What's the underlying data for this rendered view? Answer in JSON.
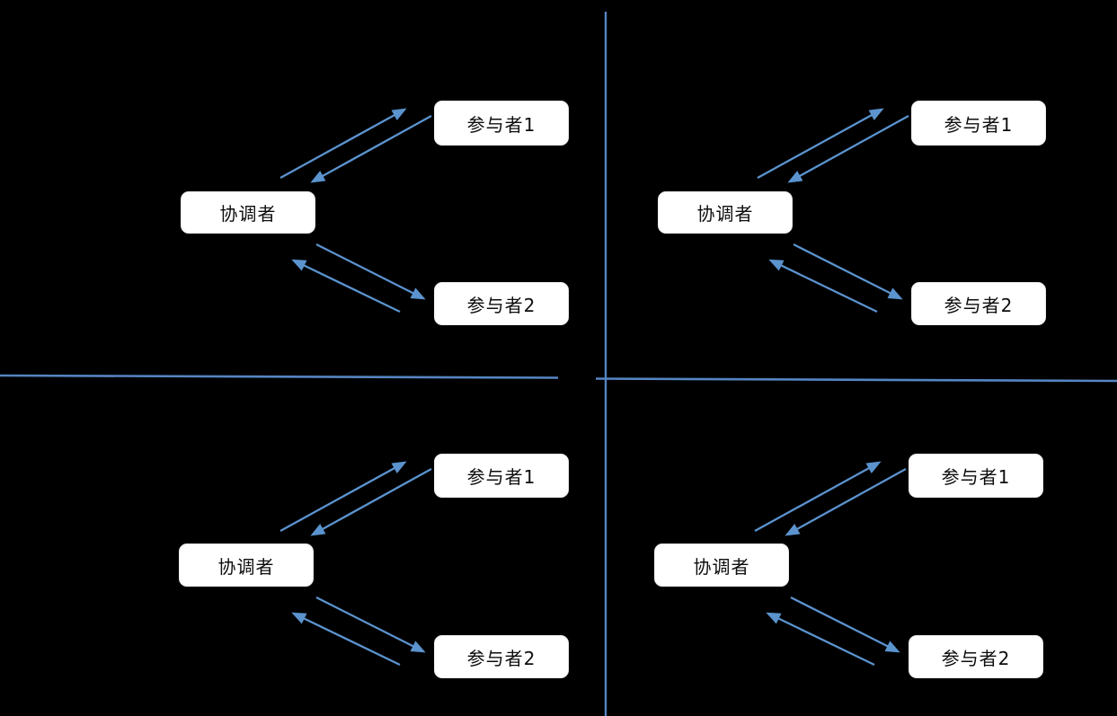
{
  "diagram": {
    "description": "four identical coordinator-participant message diagrams separated by axis lines",
    "background_color": "#000000",
    "node_fill_color": "#ffffff",
    "node_text_color": "#0d0d0d",
    "arrow_color": "#5b93ce",
    "divider_color": "#5585c2",
    "quadrants": [
      {
        "name": "top-left",
        "coordinator": "协调者",
        "participants": [
          "参与者1",
          "参与者2"
        ]
      },
      {
        "name": "top-right",
        "coordinator": "协调者",
        "participants": [
          "参与者1",
          "参与者2"
        ]
      },
      {
        "name": "bottom-left",
        "coordinator": "协调者",
        "participants": [
          "参与者1",
          "参与者2"
        ]
      },
      {
        "name": "bottom-right",
        "coordinator": "协调者",
        "participants": [
          "参与者1",
          "参与者2"
        ]
      }
    ]
  }
}
